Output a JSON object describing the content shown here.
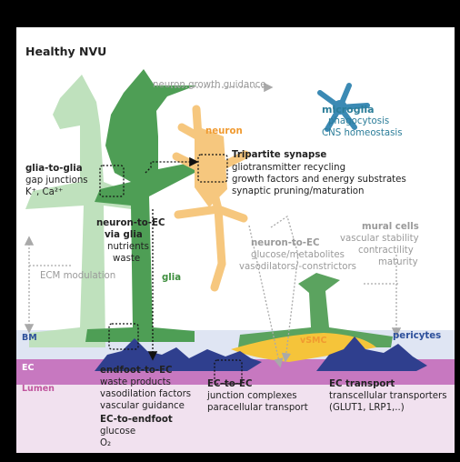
{
  "title": "Healthy NVU",
  "labels": {
    "neuron_guidance": "neuron growth guidance",
    "neuron": "neuron",
    "glia": "glia",
    "bm": "BM",
    "ec": "EC",
    "lumen": "Lumen",
    "vsmc": "vSMC",
    "pericytes": "pericytes",
    "ecm_modulation": "ECM modulation"
  },
  "microglia": {
    "title": "microglia",
    "line1": "phagocytosis",
    "line2": "CNS homeostasis"
  },
  "tripartite": {
    "title": "Tripartite synapse",
    "line1": "gliotransmitter recycling",
    "line2": "growth factors and energy substrates",
    "line3": "synaptic pruning/maturation"
  },
  "glia_to_glia": {
    "title": "glia-to-glia",
    "line1": "gap junctions",
    "line2": "K⁺, Ca²⁺"
  },
  "neuron_to_ec_glia": {
    "title1": "neuron-to-EC",
    "title2": "via glia",
    "line1": "nutrients",
    "line2": "waste"
  },
  "neuron_to_ec": {
    "title": "neuron-to-EC",
    "line1": "glucose/metabolites",
    "line2": "vasodilators/-constrictors"
  },
  "mural": {
    "title": "mural cells",
    "line1": "vascular stability",
    "line2": "contractility",
    "line3": "maturity"
  },
  "endfoot_to_ec": {
    "title": "endfoot-to-EC",
    "line1": "waste products",
    "line2": "vasodilation factors",
    "line3": "vascular guidance"
  },
  "ec_to_endfoot": {
    "title": "EC-to-endfoot",
    "line1": "glucose",
    "line2": "O₂"
  },
  "ec_to_ec": {
    "title": "EC-to-EC",
    "line1": "junction complexes",
    "line2": "paracellular transport"
  },
  "ec_transport": {
    "title": "EC transport",
    "line1": "transcellular transporters",
    "line2": "(GLUT1, LRP1,..)"
  },
  "colors": {
    "glia": "#4e9e55",
    "glia_light": "#bfe1bd",
    "neuron": "#f6c77e",
    "microglia": "#3b8ab4",
    "vsmc": "#f5c43a",
    "pericyte": "#2f3f8e",
    "bm": "#dfe5f3",
    "ec": "#c778c0",
    "lumen": "#f1e1ef"
  }
}
